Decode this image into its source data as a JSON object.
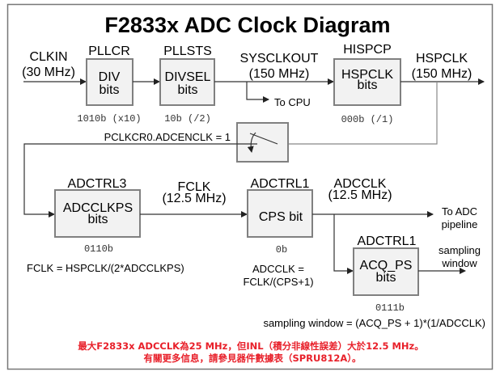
{
  "title": "F2833x ADC Clock Diagram",
  "clkin": {
    "name": "CLKIN",
    "freq": "(30 MHz)"
  },
  "pllcr": {
    "register": "PLLCR",
    "line1": "DIV",
    "line2": "bits",
    "value": "1010b (x10)"
  },
  "pllsts": {
    "register": "PLLSTS",
    "line1": "DIVSEL",
    "line2": "bits",
    "value": "10b (/2)"
  },
  "sysclkout": {
    "name": "SYSCLKOUT",
    "freq": "(150 MHz)",
    "to_cpu": "To CPU"
  },
  "hispcp": {
    "register": "HISPCP",
    "line1": "HSPCLK",
    "line2": "bits",
    "value": "000b (/1)"
  },
  "hspclk": {
    "name": "HSPCLK",
    "freq": "(150 MHz)"
  },
  "switch": {
    "label": "PCLKCR0.ADCENCLK = 1"
  },
  "adctrl3": {
    "register": "ADCTRL3",
    "line1": "ADCCLKPS",
    "line2": "bits",
    "value": "0110b",
    "formula": "FCLK = HSPCLK/(2*ADCCLKPS)"
  },
  "fclk": {
    "name": "FCLK",
    "freq": "(12.5 MHz)"
  },
  "adctrl1_cps": {
    "register": "ADCTRL1",
    "line1": "CPS bit",
    "value": "0b",
    "formula_line1": "ADCCLK =",
    "formula_line2": "FCLK/(CPS+1)"
  },
  "adcclk": {
    "name": "ADCCLK",
    "freq": "(12.5 MHz)",
    "dest_line1": "To ADC",
    "dest_line2": "pipeline"
  },
  "adctrl1_acq": {
    "register": "ADCTRL1",
    "line1": "ACQ_PS",
    "line2": "bits",
    "value": "0111b",
    "out_line1": "sampling",
    "out_line2": "window"
  },
  "sampling_formula": "sampling window = (ACQ_PS + 1)*(1/ADCCLK)",
  "notes": [
    "最大F2833x ADCCLK為25 MHz，但INL（積分非線性誤差）大於12.5 MHz。",
    "有關更多信息，請參見器件數據表（SPRU812A）。"
  ],
  "colors": {
    "note": "#e8202a",
    "box_fill": "#f2f2f2",
    "box_stroke": "#808080"
  }
}
